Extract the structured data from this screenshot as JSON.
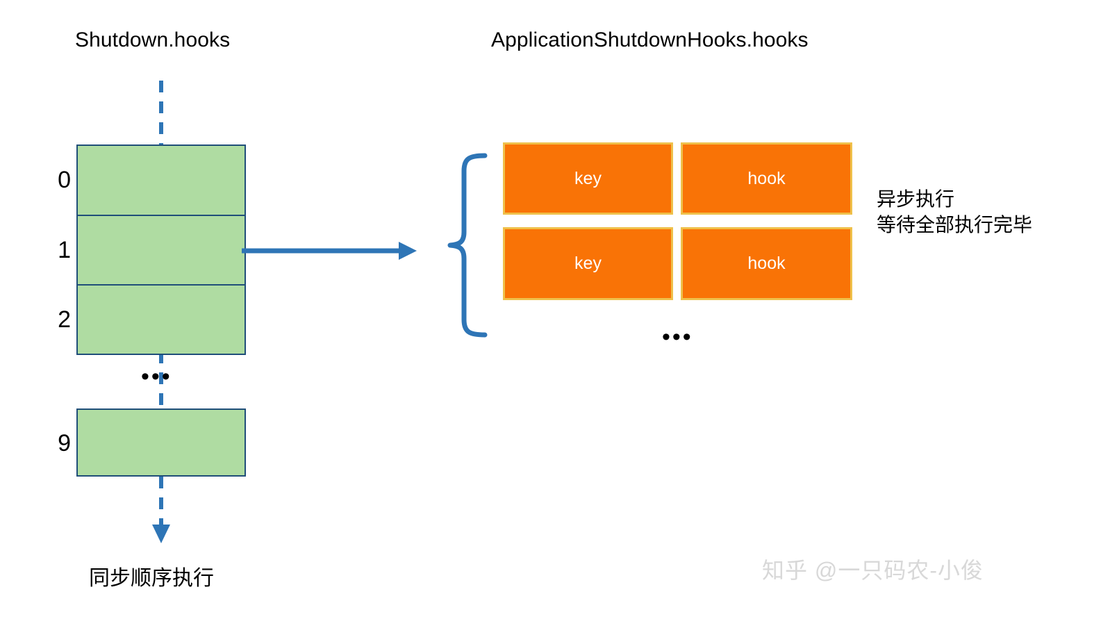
{
  "diagram": {
    "titles": {
      "left": "Shutdown.hooks",
      "right": "ApplicationShutdownHooks.hooks"
    },
    "shutdown_array": {
      "indices": [
        "0",
        "1",
        "2",
        "9"
      ],
      "ellipsis": "•••",
      "fill_color": "#AFDCA2",
      "border_color": "#1F4E79"
    },
    "hooks_map": {
      "rows": [
        {
          "key_label": "key",
          "hook_label": "hook"
        },
        {
          "key_label": "key",
          "hook_label": "hook"
        }
      ],
      "ellipsis": "•••",
      "fill_color": "#F97306",
      "border_color": "#EFC04A",
      "text_color": "#FFFFFF"
    },
    "connectors": {
      "arrow_color": "#2E75B6",
      "brace_color": "#2E75B6",
      "dashed_color": "#2E75B6"
    },
    "annotations": {
      "async_note": "异步执行\n等待全部执行完毕",
      "sync_note": "同步顺序执行"
    },
    "watermark": "知乎 @一只码农-小俊"
  }
}
